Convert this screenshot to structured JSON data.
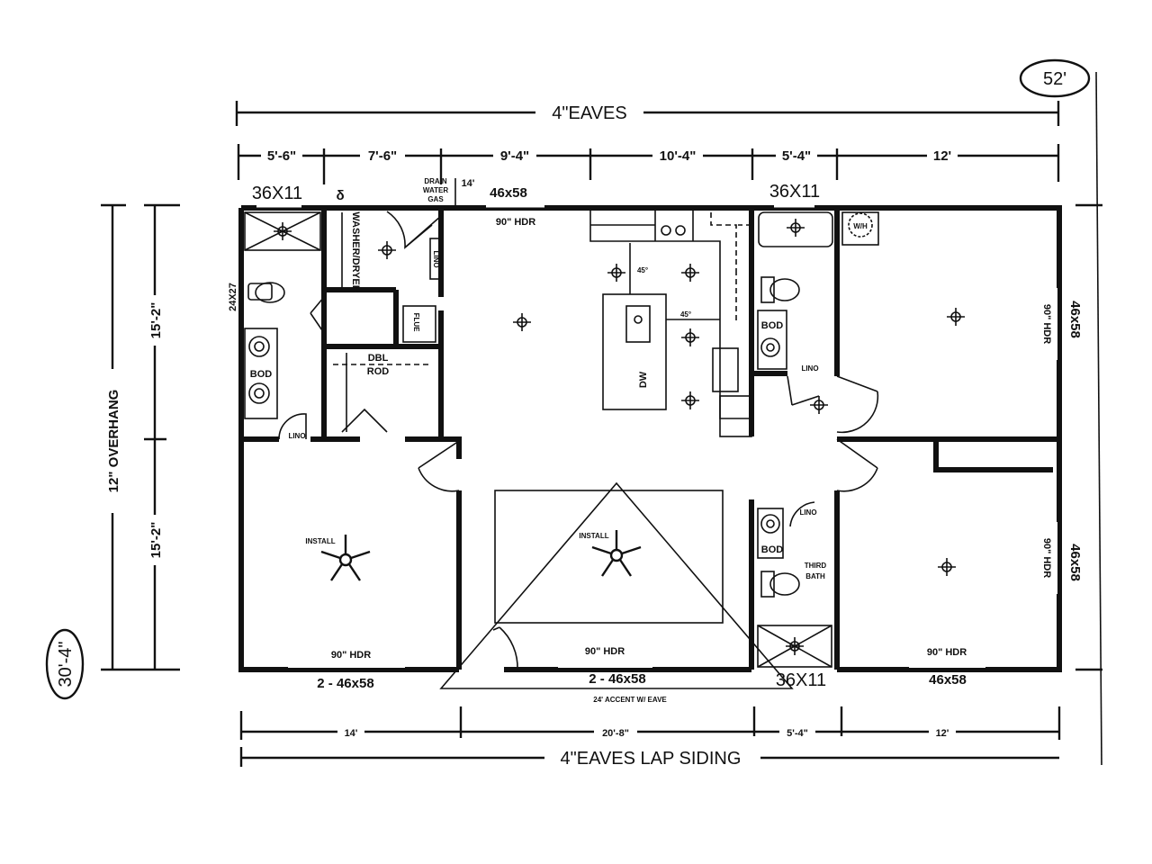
{
  "overall": {
    "width": "52'",
    "depth": "30'-4\"",
    "top_eaves": "4\"EAVES",
    "bottom_eaves": "4\"EAVES LAP SIDING",
    "overhang": "12\" OVERHANG"
  },
  "top_dims": [
    "5'-6\"",
    "7'-6\"",
    "9'-4\"",
    "10'-4\"",
    "5'-4\"",
    "12'"
  ],
  "bottom_dims": [
    "14'",
    "20'-8\"",
    "5'-4\"",
    "12'"
  ],
  "left_dims": [
    "15'-2\"",
    "15'-2\""
  ],
  "windows": {
    "bath1_top": "36X11",
    "living_top": "46x58",
    "living_hdr": "90\" HDR",
    "bath2_top": "36X11",
    "bed1_hdr": "90\" HDR",
    "bed1_bottom": "2 - 46x58",
    "family_hdr": "90\" HDR",
    "family_bottom": "2 - 46x58",
    "bath3_bottom": "36X11",
    "bed3_hdr": "90\" HDR",
    "bed3_bottom": "46x58",
    "bed2_right_hdr": "90\" HDR",
    "bed2_right": "46x58",
    "bed3_right_hdr": "90\" HDR",
    "bed3_right": "46x58",
    "bath1_left": "24X27"
  },
  "labels": {
    "drain": "DRAIN",
    "water": "WATER",
    "gas": "GAS",
    "height": "14'",
    "washer_dryer": "WASHER/DRYER",
    "lino_hall": "LINO",
    "flue": "FLUE",
    "dbl": "DBL",
    "rod": "ROD",
    "bod1": "BOD",
    "lino_bath1": "LINO",
    "install1": "INSTALL",
    "install2": "INSTALL",
    "accent": "24' ACCENT W/ EAVE",
    "angle1": "45°",
    "angle2": "45°",
    "dw": "DW",
    "bod2": "BOD",
    "lino_bath2": "LINO",
    "wh": "W/H",
    "bod3": "BOD",
    "lino_bath3": "LINO",
    "third": "THIRD",
    "bath": "BATH"
  }
}
